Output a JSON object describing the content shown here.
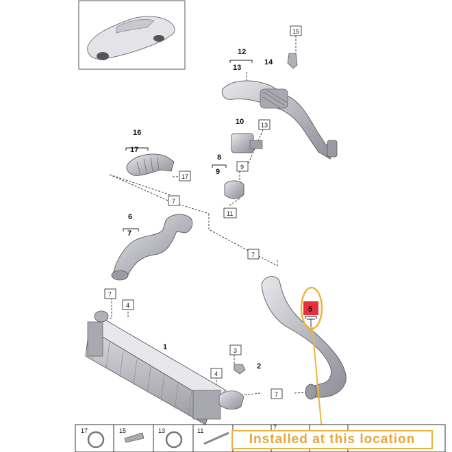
{
  "diagram": {
    "callout_text": "Installed at this location",
    "highlight_color": "#f0b43c",
    "marker_color": "#e8303c",
    "labels": {
      "l1": "1",
      "l2": "2",
      "l3": "3",
      "l4a": "4",
      "l4b": "4",
      "l5": "5",
      "l6": "6",
      "l7a": "7",
      "l7b": "7",
      "l7c": "7",
      "l7d": "7",
      "l7e": "7",
      "l7f": "7",
      "l8": "8",
      "l9a": "9",
      "l9b": "9",
      "l10": "10",
      "l11a": "11",
      "l11b": "11",
      "l12": "12",
      "l13a": "13",
      "l13b": "13",
      "l13c": "13",
      "l14": "14",
      "l15a": "15",
      "l15b": "15",
      "l16": "16",
      "l17a": "17",
      "l17b": "17",
      "l17c": "17"
    }
  }
}
